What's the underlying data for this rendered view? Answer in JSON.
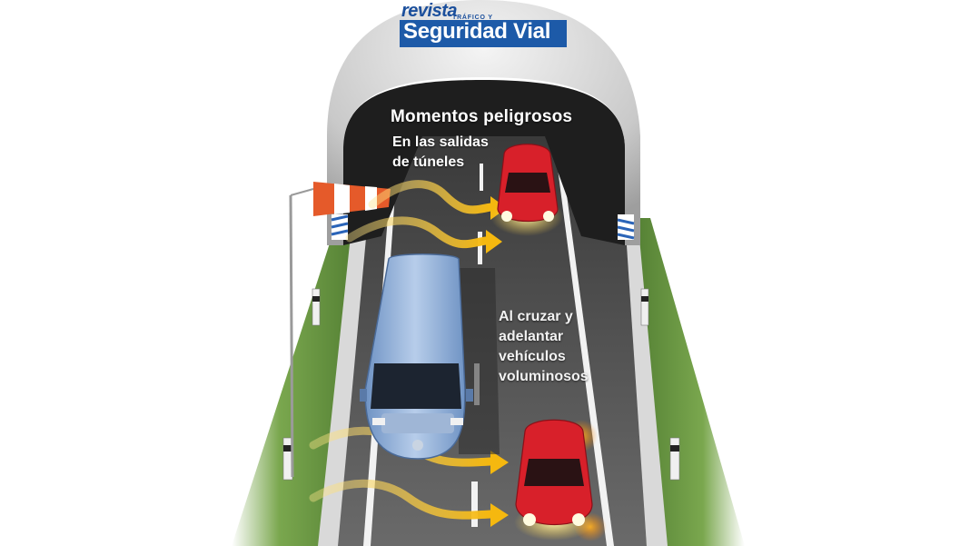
{
  "logo": {
    "revista": "revista",
    "trafico": "TRÁFICO Y",
    "seguridad_vial": "Seguridad Vial"
  },
  "heading": "Momentos peligrosos",
  "tunnel_caption": [
    "En las salidas",
    "de túneles"
  ],
  "overtake_caption": [
    "Al cruzar y",
    "adelantar",
    "vehículos",
    "voluminosos"
  ],
  "colors": {
    "brand_blue": "#1d5aa8",
    "road": "#5a5a5a",
    "grass": "#5f8f3a",
    "car_red": "#d8202a",
    "van_blue": "#8fb0d8",
    "arrow_yellow": "#f6c21a",
    "windsock_orange": "#e55a2a"
  }
}
